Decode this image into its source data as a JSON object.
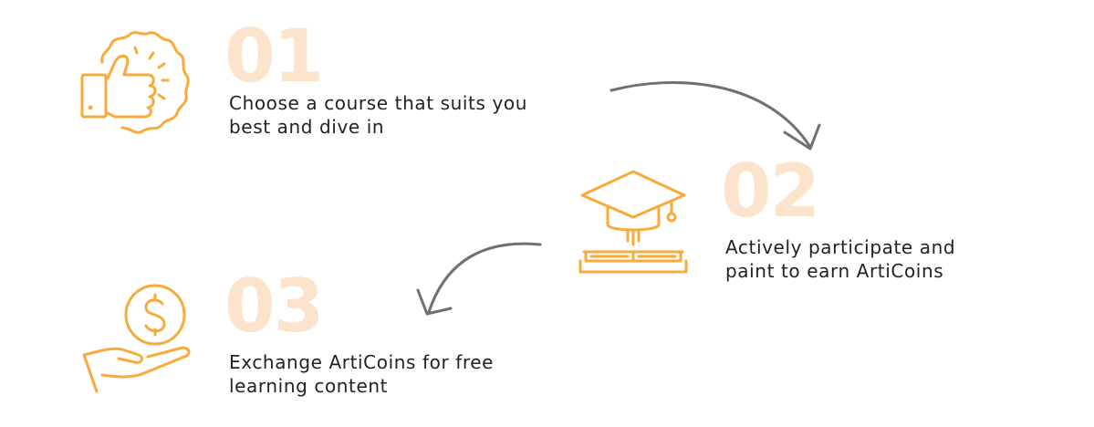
{
  "colors": {
    "accent": "#F8AA3A",
    "number": "#FCE3CC",
    "text": "#222222",
    "arrow": "#707070",
    "background": "#FFFFFF"
  },
  "steps": [
    {
      "number": "01",
      "icon": "thumbs-up-icon",
      "lines": [
        "Choose a course that suits you",
        "best and dive in"
      ]
    },
    {
      "number": "02",
      "icon": "graduation-cap-book-icon",
      "lines": [
        "Actively participate and",
        "paint to earn ArtiCoins"
      ]
    },
    {
      "number": "03",
      "icon": "coin-in-hand-icon",
      "lines": [
        "Exchange ArtiCoins for free",
        "learning content"
      ]
    }
  ]
}
